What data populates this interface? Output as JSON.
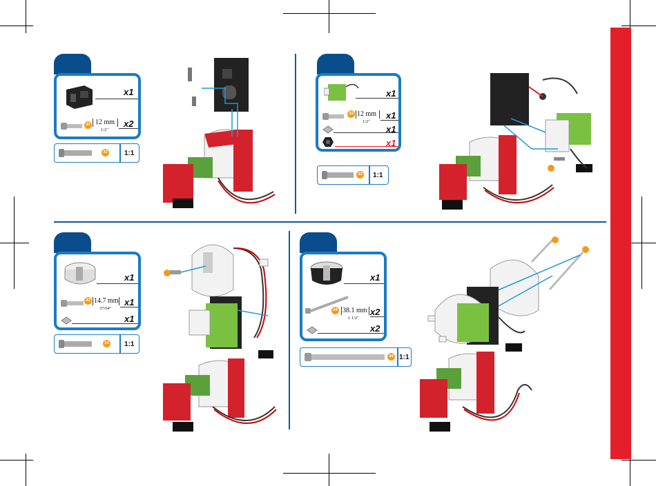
{
  "colors": {
    "panel_blue": "#1b7bc4",
    "tab_blue": "#0a4d8c",
    "red_bar": "#e41e2b",
    "part_orange": "#f49a1a"
  },
  "step_a": {
    "part1_qty": "x1",
    "part2_qty": "x2",
    "length_mm": "12 mm",
    "length_in": "1/2\"",
    "scale": "1:1"
  },
  "step_b": {
    "part1_qty": "x1",
    "part2_qty": "x1",
    "length_mm": "12 mm",
    "length_in": "1/2\"",
    "part3_qty": "x1",
    "part4_qty": "x1",
    "scale": "1:1"
  },
  "step_c": {
    "part1_qty": "x1",
    "part2_qty": "x1",
    "length_mm": "14.7 mm",
    "length_in": "37/64\"",
    "part3_qty": "x1",
    "scale": "1:1"
  },
  "step_d": {
    "part1_qty": "x1",
    "part2_qty": "x2",
    "length_mm": "38.1 mm",
    "length_in": "1 1/2\"",
    "part3_qty": "x2",
    "scale": "1:1"
  }
}
